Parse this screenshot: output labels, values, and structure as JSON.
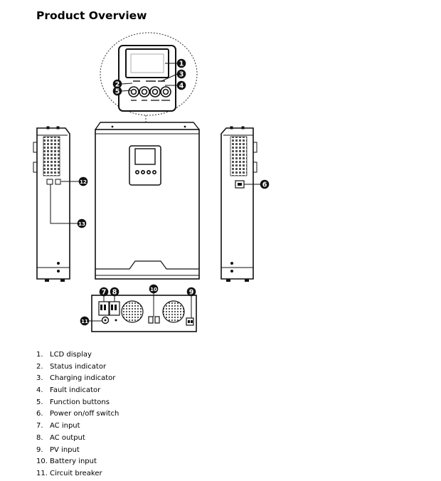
{
  "title": "Product Overview",
  "callouts": [
    "1",
    "2",
    "3",
    "4",
    "5",
    "6",
    "7",
    "8",
    "9",
    "10",
    "11",
    "12",
    "13"
  ],
  "legend": [
    {
      "num": "1.",
      "label": "LCD display"
    },
    {
      "num": "2.",
      "label": "Status indicator"
    },
    {
      "num": "3.",
      "label": "Charging indicator"
    },
    {
      "num": "4.",
      "label": "Fault indicator"
    },
    {
      "num": "5.",
      "label": "Function buttons"
    },
    {
      "num": "6.",
      "label": "Power on/off switch"
    },
    {
      "num": "7.",
      "label": "AC input"
    },
    {
      "num": "8.",
      "label": "AC output"
    },
    {
      "num": "9.",
      "label": "PV input"
    },
    {
      "num": "10.",
      "label": "Battery input"
    },
    {
      "num": "11.",
      "label": "Circuit breaker"
    }
  ]
}
